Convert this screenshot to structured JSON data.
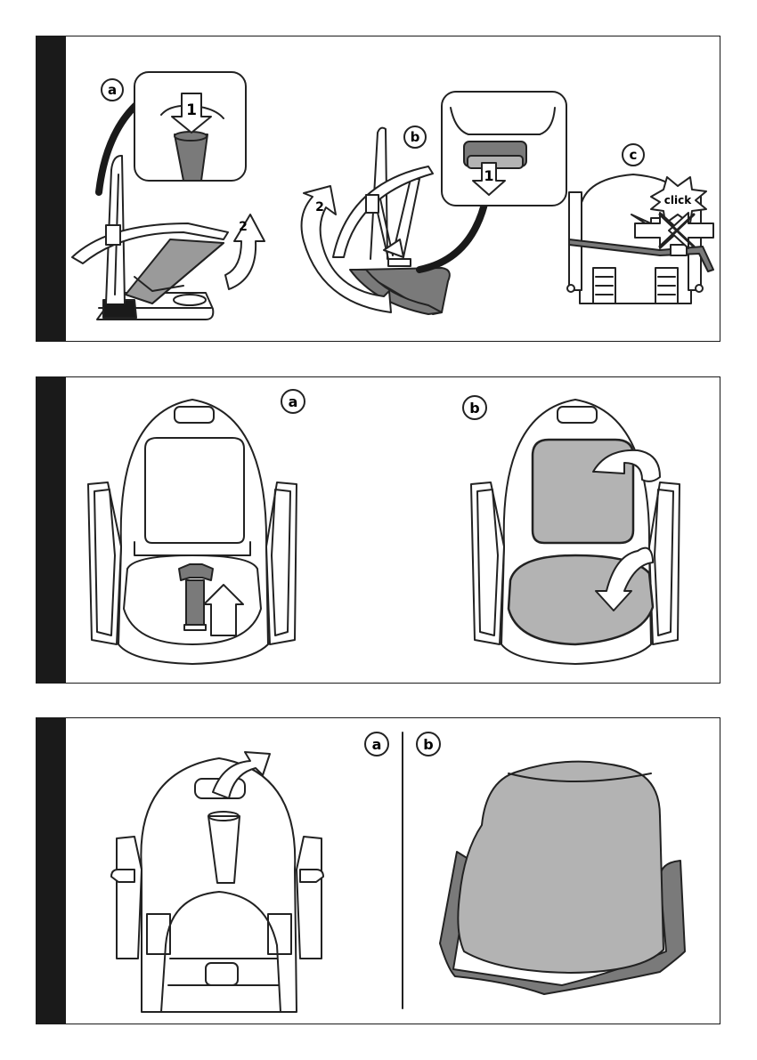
{
  "panels": [
    {
      "labels": [
        "a",
        "b",
        "c"
      ],
      "steps": [
        "1",
        "2",
        "2",
        "1"
      ],
      "callout": "click"
    },
    {
      "labels": [
        "a",
        "b"
      ]
    },
    {
      "labels": [
        "a",
        "b"
      ]
    }
  ],
  "colors": {
    "ink": "#1a1a1a",
    "fill_gray": "#b3b3b3",
    "dark_gray": "#7a7a7a",
    "line": "#222222"
  },
  "icons": [
    "arrow-down-icon",
    "curved-arrow-icon",
    "arrow-up-icon",
    "cross-icon",
    "starburst-icon"
  ]
}
